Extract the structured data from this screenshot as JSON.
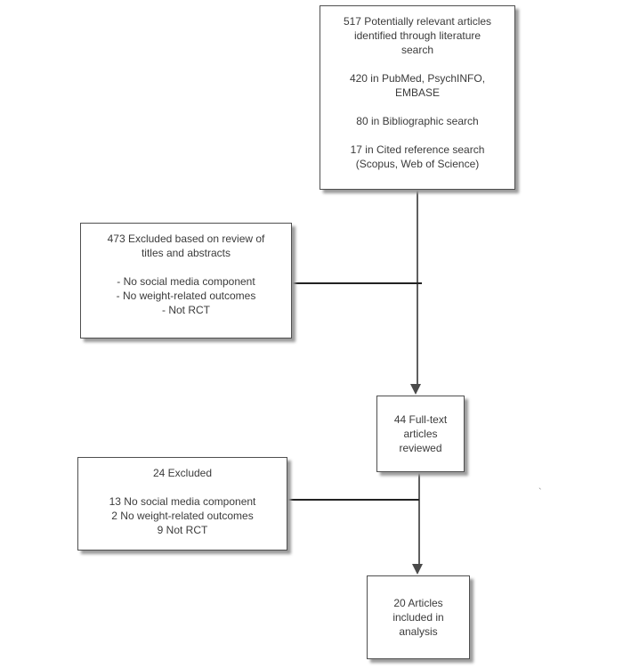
{
  "diagram": {
    "type": "flowchart",
    "subject": "literature-review-screening-flow",
    "boxes": [
      {
        "id": "identified",
        "text": "517 Potentially relevant articles\nidentified through literature\nsearch\n\n420 in PubMed, PsychINFO,\nEMBASE\n\n80 in Bibliographic search\n\n17 in Cited reference search\n(Scopus, Web of Science)"
      },
      {
        "id": "excluded-screening",
        "text": "473 Excluded based on review of\ntitles and abstracts\n\n- No social media component\n- No weight-related outcomes\n- Not RCT"
      },
      {
        "id": "fulltext-reviewed",
        "text": "44 Full-text\narticles\nreviewed"
      },
      {
        "id": "excluded-fulltext",
        "text": "24 Excluded\n\n13 No social media component\n2 No weight-related outcomes\n9 Not RCT"
      },
      {
        "id": "included-analysis",
        "text": "20 Articles\nincluded in\nanalysis"
      }
    ],
    "artifact_mark": "`",
    "colors": {
      "box_border": "#4f4f4f",
      "box_shadow": "#9b9b9b",
      "text": "#3b3b3b",
      "arrow": "#4a4a4a",
      "horizontal_line": "#222222",
      "vertical_line": "#5f5f5f",
      "background": "#ffffff"
    }
  }
}
